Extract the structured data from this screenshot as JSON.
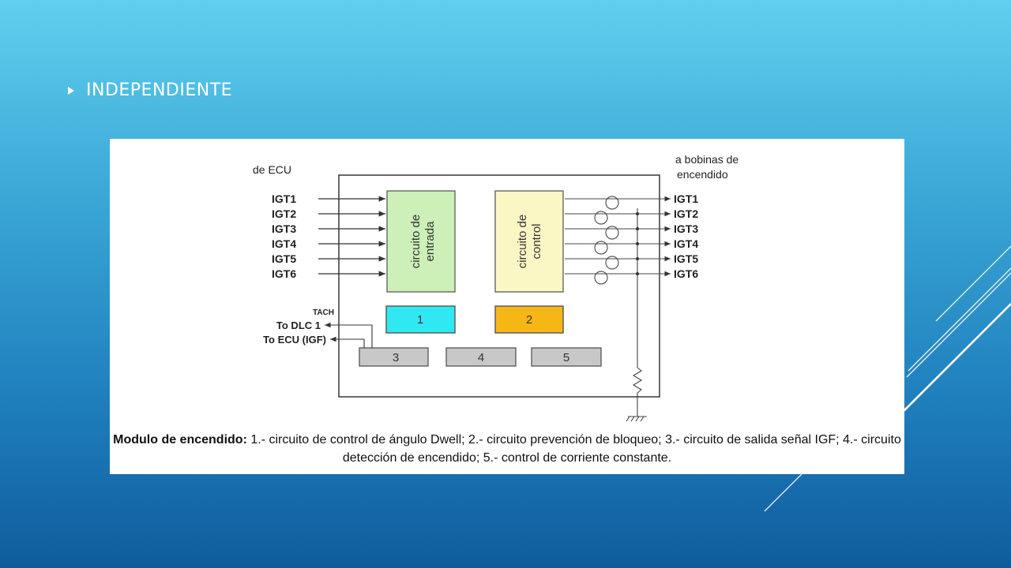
{
  "slide": {
    "bullet": "INDEPENDIENTE"
  },
  "diagram": {
    "label_from_ecu": "de ECU",
    "label_to_coils_line1": "a bobinas de",
    "label_to_coils_line2": "encendido",
    "inputs": [
      "IGT1",
      "IGT2",
      "IGT3",
      "IGT4",
      "IGT5",
      "IGT6"
    ],
    "outputs": [
      "IGT1",
      "IGT2",
      "IGT3",
      "IGT4",
      "IGT5",
      "IGT6"
    ],
    "input_circuit_line1": "circuito de",
    "input_circuit_line2": "entrada",
    "control_circuit_line1": "circuito de",
    "control_circuit_line2": "control",
    "block1": "1",
    "block2": "2",
    "block3": "3",
    "block4": "4",
    "block5": "5",
    "tach": "TACH",
    "to_dlc": "To DLC 1",
    "to_ecu": "To ECU (IGF)",
    "colors": {
      "input_circuit": "#ccf0b8",
      "control_circuit": "#fbf7c4",
      "block1": "#2fe8f2",
      "block2": "#f6b716",
      "gray_blocks": "#c8c8c8"
    }
  },
  "caption": {
    "title": "Modulo de encendido:",
    "text": " 1.- circuito de control de ángulo Dwell; 2.- circuito prevención de bloqueo; 3.- circuito de salida señal IGF; 4.- circuito detección de encendido; 5.- control de corriente constante."
  }
}
